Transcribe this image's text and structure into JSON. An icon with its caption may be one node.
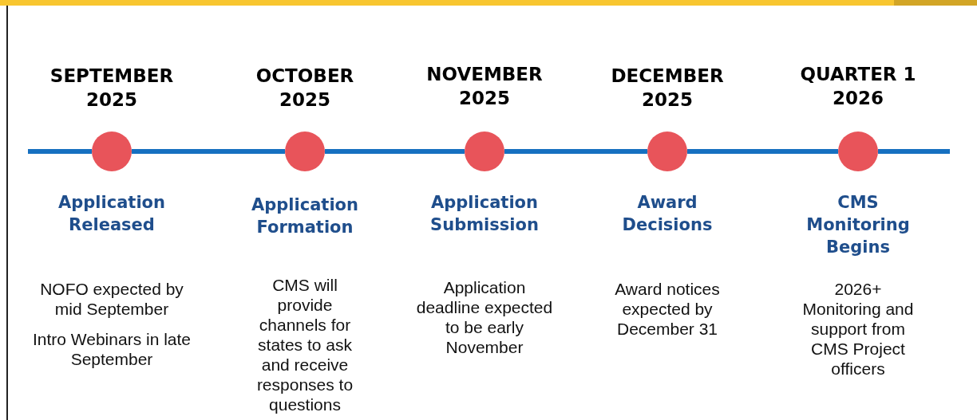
{
  "diagram": {
    "nodes": [
      {
        "text": [],
        "shape": "circle",
        "beside": [
          "SEPTEMBER 2025",
          "Application Released",
          "NOFO expected by mid September",
          "Intro Webinars in late September"
        ]
      },
      {
        "text": [],
        "shape": "circle",
        "beside": [
          "OCTOBER 2025",
          "Application Formation",
          "CMS will provide channels for states to ask and receive responses to questions"
        ]
      },
      {
        "text": [],
        "shape": "circle",
        "beside": [
          "NOVEMBER 2025",
          "Application Submission",
          "Application deadline expected to be early November"
        ]
      },
      {
        "text": [],
        "shape": "circle",
        "beside": [
          "DECEMBER 2025",
          "Award Decisions",
          "Award notices expected by December 31"
        ]
      },
      {
        "text": [],
        "shape": "circle",
        "beside": [
          "QUARTER 1 2026",
          "CMS Monitoring Begins",
          "2026+ Monitoring and support from CMS Project officers"
        ]
      }
    ],
    "edges": [
      {
        "from": null,
        "to": 0,
        "arrow": "none"
      },
      {
        "from": 0,
        "to": 1,
        "arrow": "none"
      },
      {
        "from": 1,
        "to": 2,
        "arrow": "none"
      },
      {
        "from": 2,
        "to": 3,
        "arrow": "none"
      },
      {
        "from": 3,
        "to": 4,
        "arrow": "none"
      },
      {
        "from": 4,
        "to": null,
        "arrow": "none"
      }
    ]
  }
}
